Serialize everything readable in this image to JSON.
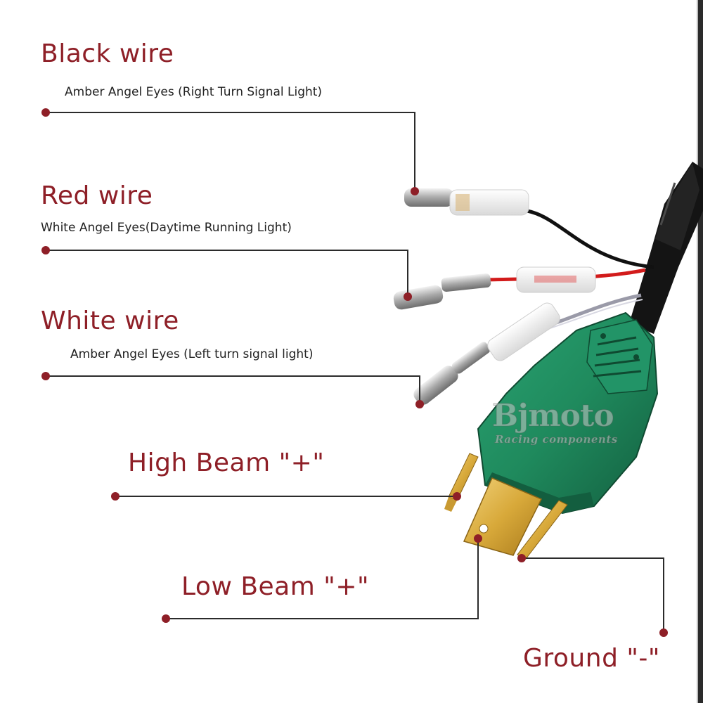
{
  "labels": {
    "black_wire": {
      "title": "Black wire",
      "desc": "Amber Angel Eyes (Right Turn Signal Light)"
    },
    "red_wire": {
      "title": "Red wire",
      "desc": "White Angel Eyes(Daytime Running Light)"
    },
    "white_wire": {
      "title": "White wire",
      "desc": "Amber Angel Eyes (Left turn signal light)"
    },
    "high_beam": {
      "title": "High Beam \"+\""
    },
    "low_beam": {
      "title": "Low Beam \"+\""
    },
    "ground": {
      "title": "Ground \"-\""
    }
  },
  "brand": {
    "name": "Bjmoto",
    "tagline": "Racing components"
  },
  "colors": {
    "label_red": "#8e1f27",
    "leader_line": "#2b2b2b",
    "dot": "#8e1f27",
    "connector_green": "#1f8a5d",
    "pin_gold": "#d8a93a"
  }
}
